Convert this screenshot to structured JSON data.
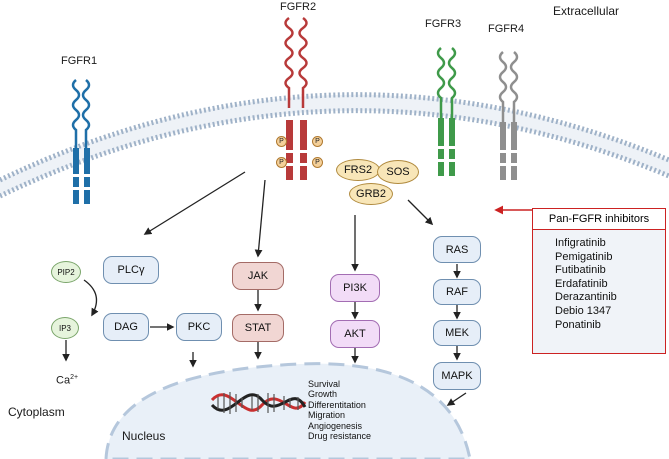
{
  "compartments": {
    "extracellular": "Extracellular",
    "cytoplasm": "Cytoplasm",
    "nucleus": "Nucleus"
  },
  "receptors": {
    "fgfr1": "FGFR1",
    "fgfr2": "FGFR2",
    "fgfr3": "FGFR3",
    "fgfr4": "FGFR4"
  },
  "phospho": [
    "P",
    "P",
    "P",
    "P"
  ],
  "adaptors": {
    "frs2": "FRS2",
    "sos": "SOS",
    "grb2": "GRB2"
  },
  "plc_branch": {
    "pip2": "PIP2",
    "plc": "PLCγ",
    "ip3": "IP3",
    "dag": "DAG",
    "pkc": "PKC",
    "ca": "Ca",
    "ca_charge": "2+"
  },
  "jak_stat": {
    "jak": "JAK",
    "stat": "STAT"
  },
  "pi3k_akt": {
    "pi3k": "PI3K",
    "akt": "AKT"
  },
  "mapk": {
    "ras": "RAS",
    "raf": "RAF",
    "mek": "MEK",
    "mapk": "MAPK"
  },
  "outcomes": [
    "Survival",
    "Growth",
    "Differentitation",
    "Migration",
    "Angiogenesis",
    "Drug resistance"
  ],
  "inhibitors": {
    "title": "Pan-FGFR inhibitors",
    "items": [
      "Infigratinib",
      "Pemigatinib",
      "Futibatinib",
      "Erdafatinib",
      "Derazantinib",
      "Debio 1347",
      "Ponatinib"
    ]
  },
  "colors": {
    "fgfr1": "#1f6fa8",
    "fgfr2": "#b83a3a",
    "fgfr3": "#3f9a4a",
    "fgfr4": "#8f8f8f",
    "membrane": "#9fb2c8",
    "inhibitor": "#cc2222"
  }
}
